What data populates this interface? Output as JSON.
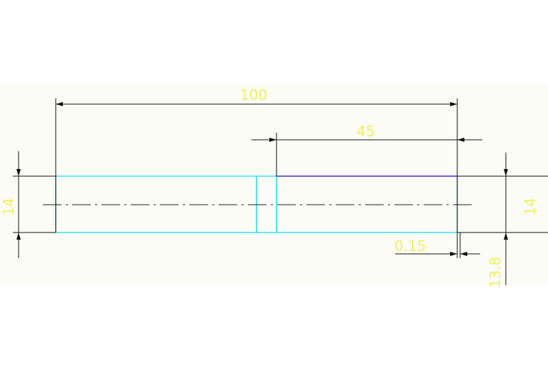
{
  "drawing": {
    "colors": {
      "background": "#ffffff",
      "sheet": "#fbfcf5",
      "outline": "#38e3ea",
      "edge": "#6b2bd6",
      "dimension_line": "#111111",
      "dimension_text": "#f2ef5c",
      "centerline": "#222222"
    },
    "dimensions": {
      "overall_length": "100",
      "right_length": "45",
      "left_diameter": "14",
      "right_diameter": "14",
      "step": "0.15",
      "reduced_diameter": "13.8"
    }
  }
}
